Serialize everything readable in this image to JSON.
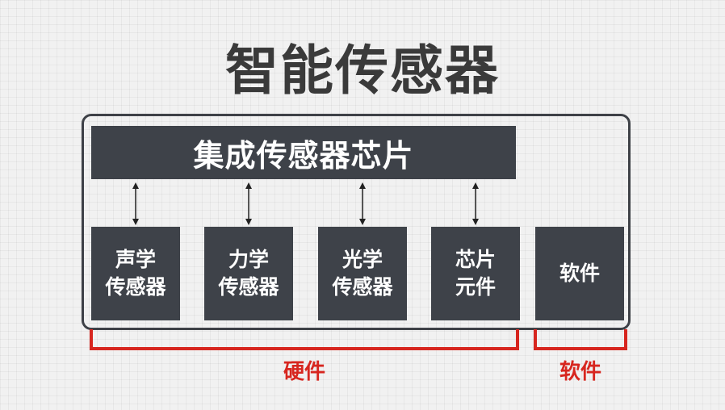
{
  "title": "智能传感器",
  "chip": {
    "label": "集成传感器芯片"
  },
  "components": [
    {
      "line1": "声学",
      "line2": "传感器"
    },
    {
      "line1": "力学",
      "line2": "传感器"
    },
    {
      "line1": "光学",
      "line2": "传感器"
    },
    {
      "line1": "芯片",
      "line2": "元件"
    }
  ],
  "software_box": {
    "label": "软件"
  },
  "groups": {
    "hardware": "硬件",
    "software": "软件"
  },
  "colors": {
    "box_fill": "#3e4249",
    "title_text": "#3a3a3a",
    "bracket": "#d7261f"
  }
}
